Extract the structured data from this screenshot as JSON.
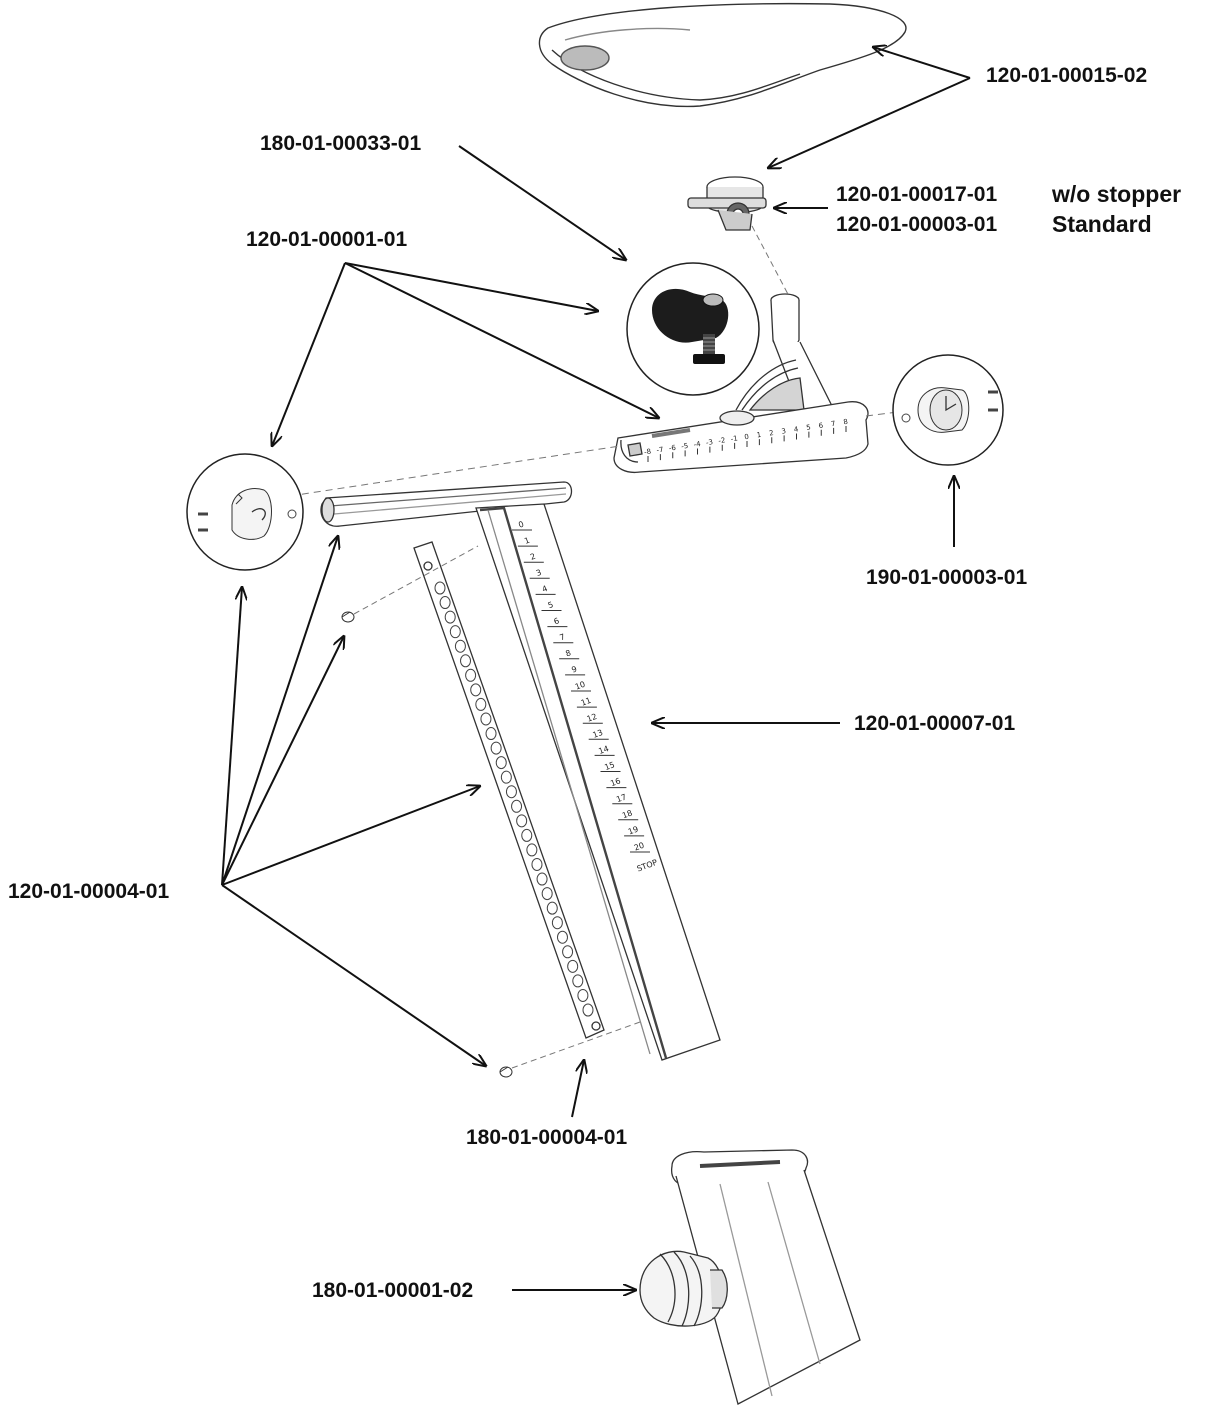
{
  "parts": {
    "saddle": "120-01-00015-02",
    "clamp_note_part": "180-01-00033-01",
    "rail_assembly": "120-01-00001-01",
    "clamp_no_stopper": "120-01-00017-01",
    "clamp_no_stopper_note": "w/o stopper",
    "clamp_standard": "120-01-00003-01",
    "clamp_standard_note": "Standard",
    "end_cap": "190-01-00003-01",
    "seat_post": "120-01-00007-01",
    "screws": "120-01-00004-01",
    "scale_strip": "180-01-00004-01",
    "knob": "180-01-00001-02"
  },
  "rail_scale": [
    "-8",
    "-7",
    "-6",
    "-5",
    "-4",
    "-3",
    "-2",
    "-1",
    "0",
    "1",
    "2",
    "3",
    "4",
    "5",
    "6",
    "7",
    "8"
  ],
  "post_scale": [
    "0",
    "1",
    "2",
    "3",
    "4",
    "5",
    "6",
    "7",
    "8",
    "9",
    "10",
    "11",
    "12",
    "13",
    "14",
    "15",
    "16",
    "17",
    "18",
    "19",
    "20"
  ],
  "post_stop_label": "STOP"
}
